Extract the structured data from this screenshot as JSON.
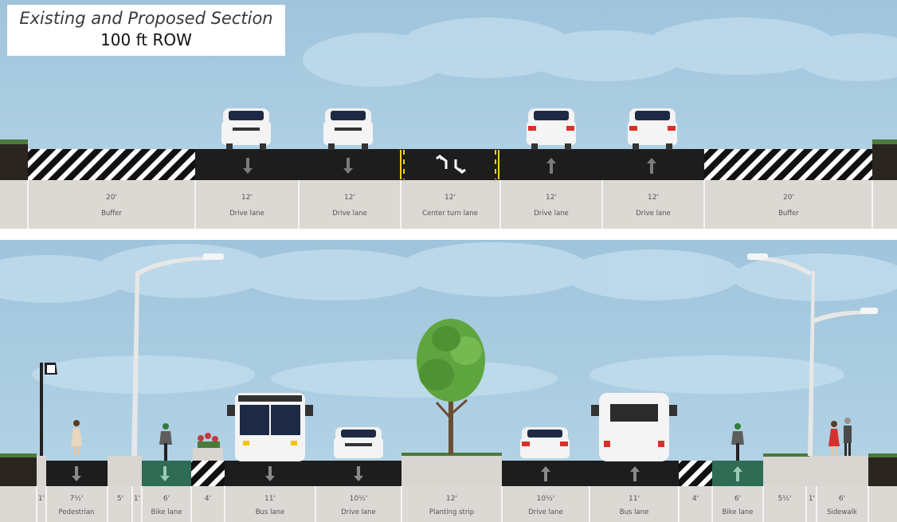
{
  "title": {
    "line1": "Existing and Proposed Section",
    "line2": "100 ft ROW"
  },
  "existing_section": {
    "segments": [
      {
        "width": "20'",
        "name": "Buffer"
      },
      {
        "width": "12'",
        "name": "Drive lane"
      },
      {
        "width": "12'",
        "name": "Drive lane"
      },
      {
        "width": "12'",
        "name": "Center turn lane"
      },
      {
        "width": "12'",
        "name": "Drive lane"
      },
      {
        "width": "12'",
        "name": "Drive lane"
      },
      {
        "width": "20'",
        "name": "Buffer"
      }
    ]
  },
  "proposed_section": {
    "segments": [
      {
        "width": "1'",
        "name": ""
      },
      {
        "width": "7½'",
        "name": "Pedestrian"
      },
      {
        "width": "5'",
        "name": ""
      },
      {
        "width": "1'",
        "name": ""
      },
      {
        "width": "6'",
        "name": "Bike lane"
      },
      {
        "width": "4'",
        "name": ""
      },
      {
        "width": "11'",
        "name": "Bus lane"
      },
      {
        "width": "10½'",
        "name": "Drive lane"
      },
      {
        "width": "12'",
        "name": "Planting strip"
      },
      {
        "width": "10½'",
        "name": "Drive lane"
      },
      {
        "width": "11'",
        "name": "Bus lane"
      },
      {
        "width": "4'",
        "name": ""
      },
      {
        "width": "6'",
        "name": "Bike lane"
      },
      {
        "width": "5½'",
        "name": ""
      },
      {
        "width": "1'",
        "name": ""
      },
      {
        "width": "6'",
        "name": "Sidewalk"
      }
    ]
  },
  "colors": {
    "sky": "#a9cbe0",
    "asphalt": "#1d1d1d",
    "bike_lane": "#2f6b55",
    "ground": "#d9d5d1",
    "grass": "#4a7a3a",
    "tree": "#5fa53f"
  }
}
